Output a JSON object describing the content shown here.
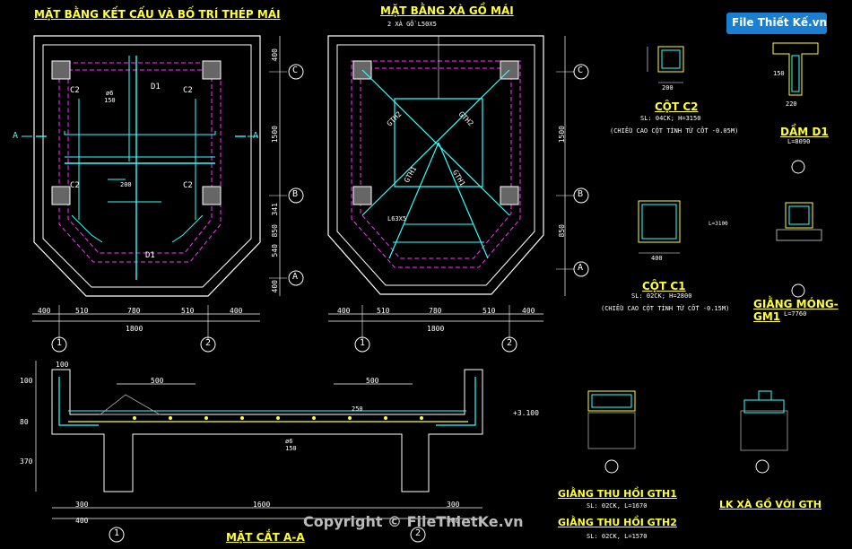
{
  "titles": {
    "roof_plan": "MẶT BẰNG KẾT CẤU VÀ BỐ TRÍ THÉP MÁI",
    "purlin_plan": "MẶT BẰNG XÀ GỒ MÁI",
    "col_c2": "CỘT C2",
    "col_c2_sl": "SL: 04CK; H=3150",
    "col_c2_note": "(CHIỀU CAO CỘT TÍNH TỪ CỐT -0.05M)",
    "beam_d1": "DẦM D1",
    "beam_d1_len": "L=8090",
    "col_c1": "CỘT C1",
    "col_c1_sl": "SL: 02CK; H=2800",
    "col_c1_note": "(CHIỀU CAO CỘT TÍNH TỪ CỐT -0.15M)",
    "gm1": "GIẰNG MÓNG-GM1",
    "gm1_len": "L=7760",
    "section": "MẶT CẮT A-A",
    "gth1": "GIẰNG THU HỒI GTH1",
    "gth1_sl": "SL: 02CK, L=1670",
    "gth2": "GIẰNG THU HỒI GTH2",
    "gth2_sl": "SL: 02CK, L=1570",
    "lk": "LK XÀ GỒ VỚI GTH"
  },
  "grid": {
    "c": "C",
    "b": "B",
    "a": "A",
    "g1": "1",
    "g2": "2"
  },
  "dims": {
    "bottom": [
      "400",
      "510",
      "780",
      "510",
      "400"
    ],
    "total": "1800",
    "right": [
      "400",
      "1500",
      "341",
      "850",
      "540",
      "400"
    ],
    "sec_top": "500",
    "sec_total": "1600",
    "sec_bottom": [
      "300",
      "300"
    ],
    "sec_bottom2": [
      "400",
      "400"
    ],
    "sec_left": [
      "100",
      "80",
      "370"
    ],
    "level": "+3.100",
    "sec_100": "100"
  },
  "labels": {
    "c2": "C2",
    "d1": "D1",
    "a": "A",
    "phi6": "ø6",
    "s150": "150",
    "s200": "200",
    "s250": "250",
    "purlin": "2 XÀ GỒ L50X5",
    "l63": "L63X5",
    "gth1": "GTH1",
    "gth2": "GTH2",
    "c1_dim": "400",
    "c2_dim": "200",
    "d1_b": "220",
    "d1_h": "150",
    "watermark": "Copyright © FileThietKe.vn",
    "logo": "File Thiết Kế.vn",
    "l_mark": "L=3100"
  }
}
